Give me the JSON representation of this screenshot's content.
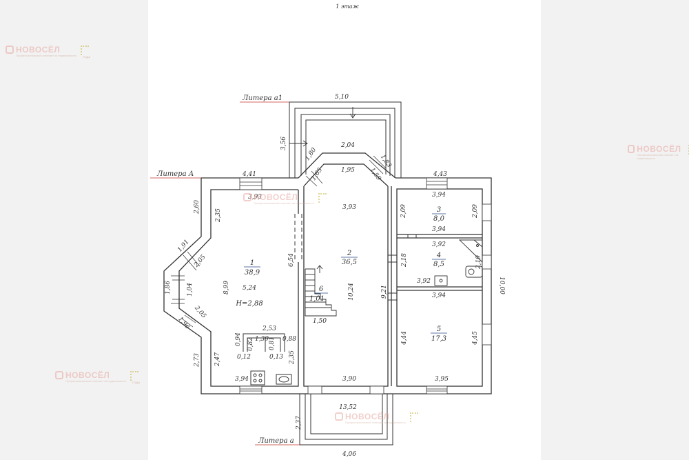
{
  "sheet": {
    "floor_title": "1 этаж"
  },
  "liters": {
    "a1": "Литера а1",
    "A": "Литера А",
    "a": "Литера а"
  },
  "rooms": [
    {
      "num": "1",
      "area": "38,9"
    },
    {
      "num": "2",
      "area": "36,5"
    },
    {
      "num": "3",
      "area": "8,0"
    },
    {
      "num": "4",
      "area": "8,5"
    },
    {
      "num": "5",
      "area": "17,3"
    },
    {
      "num": "6",
      "area": "1,01"
    }
  ],
  "height_note": "H=2,88",
  "dims": {
    "veranda_top": "5,10",
    "veranda_side": "3,56",
    "bay_left": "1,80",
    "bay_top": "2,04",
    "bay_right": "1,83",
    "bay_left_in": "1,65",
    "bay_top_in": "1,95",
    "bay_right_in": "1,59",
    "left_top_out": "4,41",
    "right_top_out": "4,43",
    "r1_top": "3,93",
    "r2_top": "3,93",
    "r1_235": "2,35",
    "r1_260": "2,60",
    "r1_191": "1,91",
    "r1_205a": "2,05",
    "r1_186": "1,86",
    "r1_104": "1,04",
    "r1_205b": "2,05",
    "r1_196": "1,96",
    "r1_273": "2,73",
    "r1_247": "2,47",
    "r1_899": "8,99",
    "r1_524": "5,24",
    "r1_654": "6,54",
    "r1_253": "2,53",
    "r1_094": "0,94",
    "r1_082": "0,82",
    "r1_139": "1,39",
    "r1_081": "0,81",
    "r1_088": "0,88",
    "r1_012": "0,12",
    "r1_013": "0,13",
    "r1_235b": "2,35",
    "r1_bottom": "3,94",
    "r2_1024": "10,24",
    "r2_150": "1,50",
    "r2_921": "9,21",
    "r2_bottom": "3,90",
    "r3_top": "3,94",
    "r3_209l": "2,09",
    "r3_209r": "2,09",
    "r3_bottom": "3,94",
    "r4_top": "3,92",
    "r4_218": "2,18",
    "r4_219": "2,19",
    "r4_bottom": "3,92",
    "r5_top": "3,94",
    "r5_444": "4,44",
    "r5_445": "4,45",
    "r5_bottom": "3,95",
    "right_total": "10,00",
    "overall_width": "13,52",
    "porch_side": "2,37",
    "porch_bottom": "4,06"
  },
  "watermark": {
    "name": "НОВОСЁЛ",
    "tagline": "Профессиональный отвечает за недвижимость",
    "badge": "ГОДА"
  }
}
